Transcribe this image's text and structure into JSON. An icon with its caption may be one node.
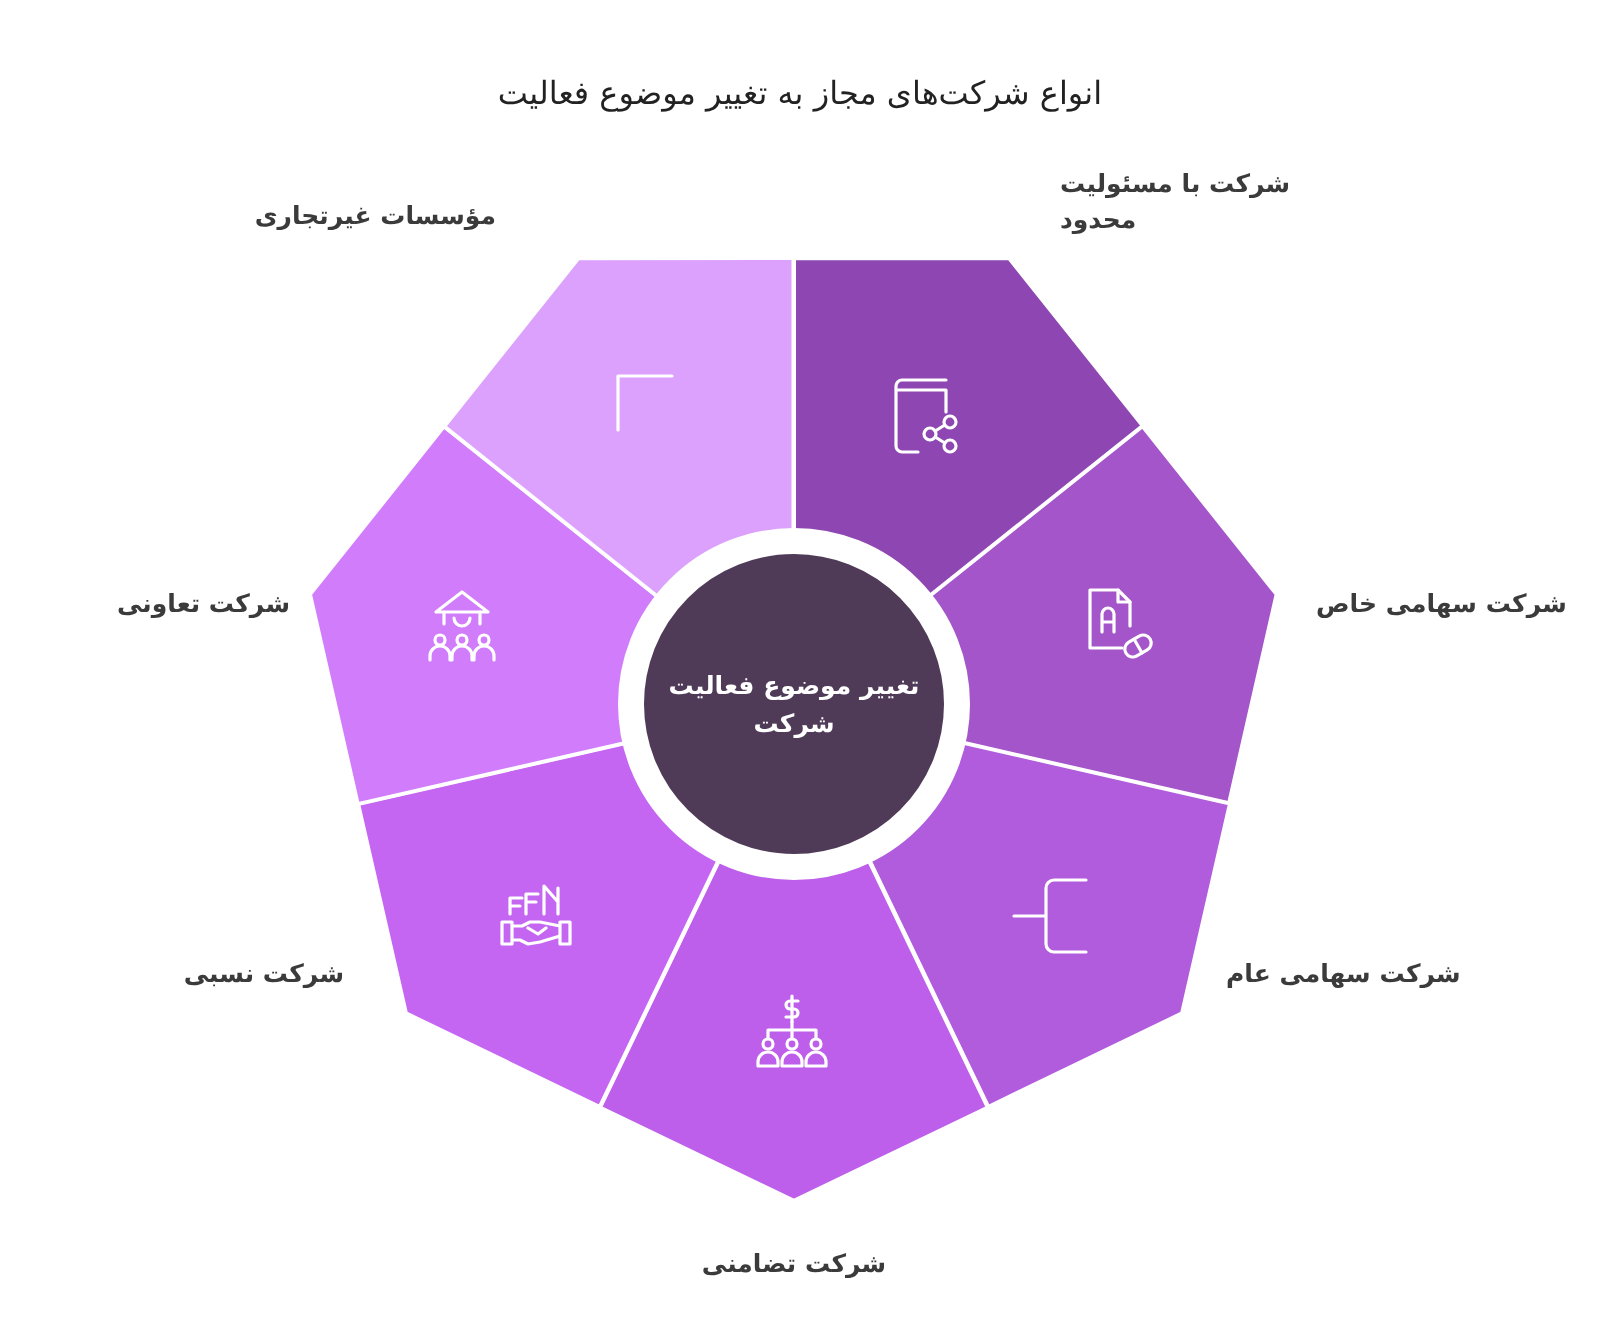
{
  "diagram": {
    "title": "انواع شرکت‌های مجاز به تغییر موضوع فعالیت",
    "nodes": [
      {
        "text": [
          "تغییر موضوع فعالیت شرکت"
        ]
      },
      {
        "text": [
          "شرکت با مسئولیت محدود"
        ]
      },
      {
        "text": [
          "شرکت سهامی خاص"
        ]
      },
      {
        "text": [
          "شرکت سهامی عام"
        ]
      },
      {
        "text": [
          "شرکت تضامنی"
        ]
      },
      {
        "text": [
          "شرکت نسبی"
        ]
      },
      {
        "text": [
          "شرکت تعاونی"
        ]
      },
      {
        "text": [
          "مؤسسات غیرتجاری"
        ]
      }
    ]
  }
}
